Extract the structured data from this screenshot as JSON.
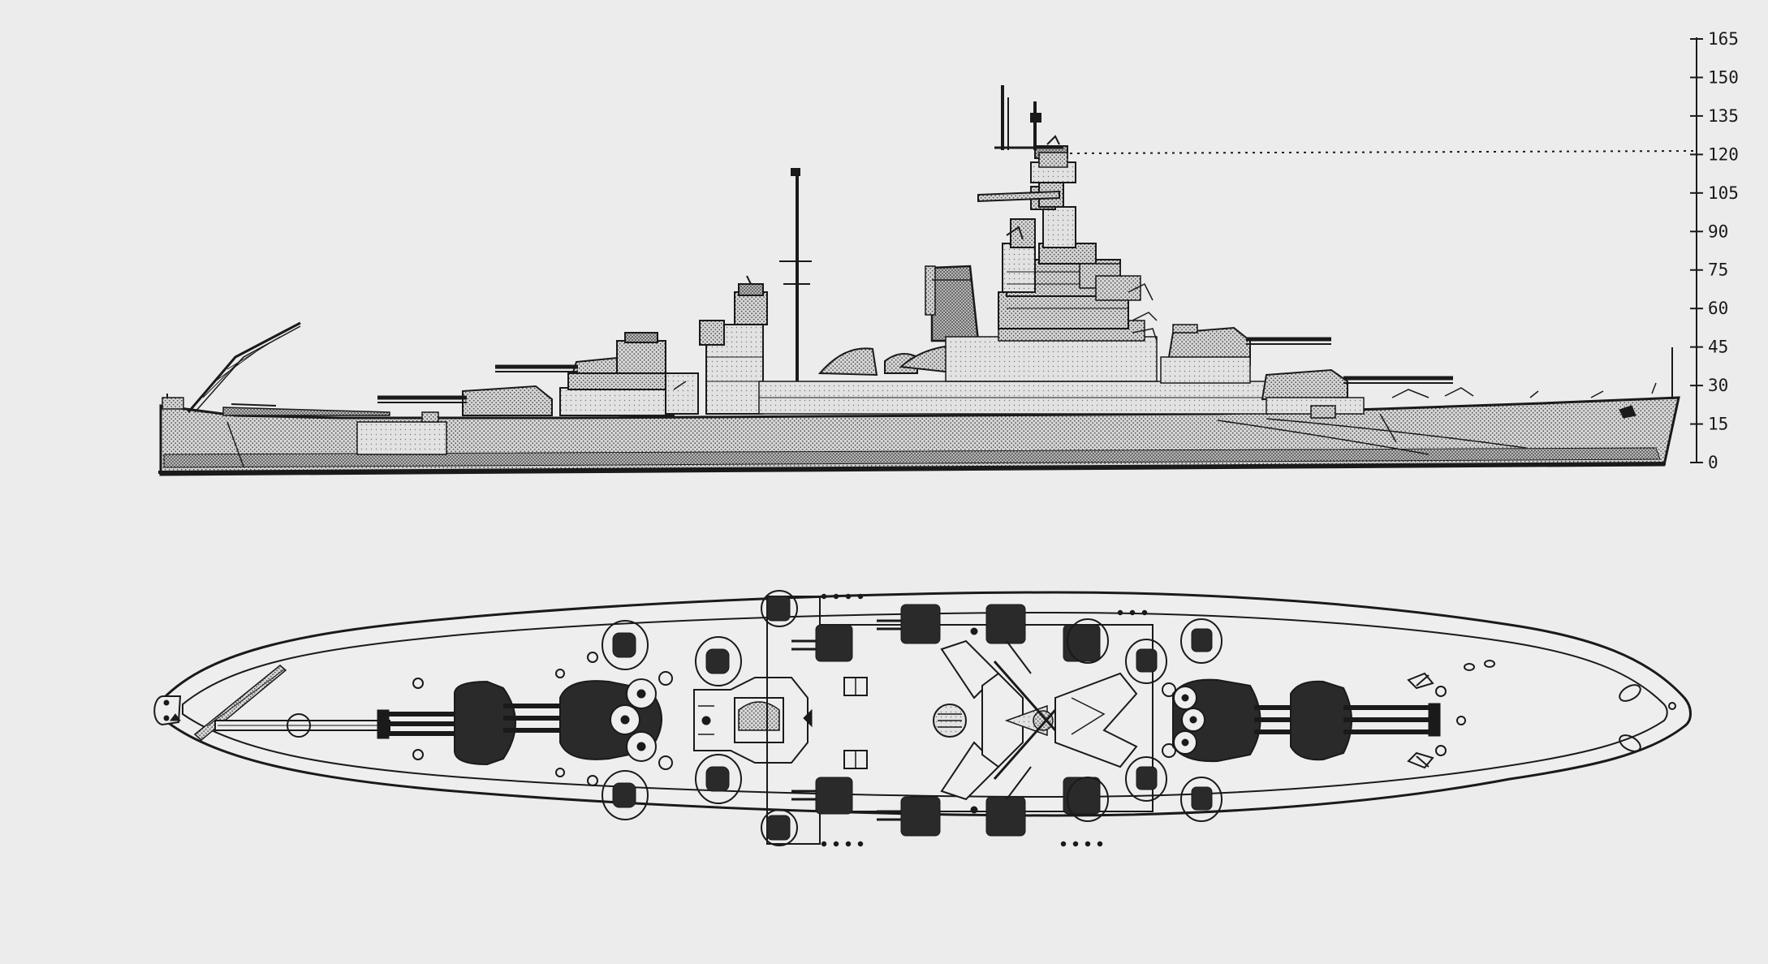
{
  "height_scale": {
    "ticks": [
      "0",
      "15",
      "30",
      "45",
      "60",
      "75",
      "90",
      "105",
      "120",
      "135",
      "150",
      "165"
    ],
    "reference_value": "120"
  },
  "colors": {
    "background": "#ececec",
    "ink": "#1a1a1a",
    "shade_light": "#d8d8d8",
    "shade_mid": "#bdbdbd",
    "turret_fill": "#2a2a2a"
  }
}
